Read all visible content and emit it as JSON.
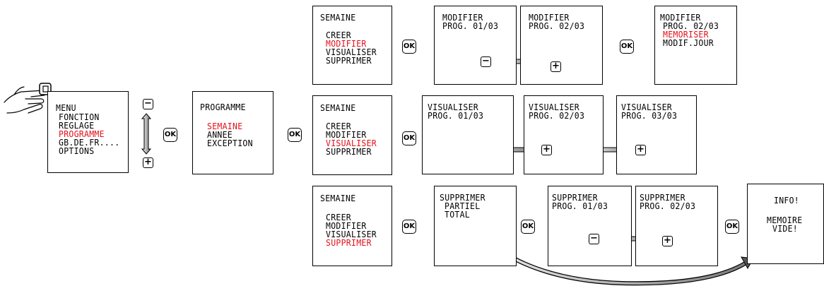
{
  "screens": {
    "menu": {
      "lines": [
        "MENU",
        "FONCTION",
        "REGLAGE",
        "PROGRAMME",
        "GB.DE.FR....",
        "OPTIONS"
      ]
    },
    "programme": {
      "lines": [
        "PROGRAMME",
        "SEMAINE",
        "ANNEE",
        "EXCEPTION"
      ]
    },
    "semaine_modifier": {
      "lines": [
        "SEMAINE",
        "CREER",
        "MODIFIER",
        "VISUALISER",
        "SUPPRIMER"
      ]
    },
    "semaine_visualiser": {
      "lines": [
        "SEMAINE",
        "CREER",
        "MODIFIER",
        "VISUALISER",
        "SUPPRIMER"
      ]
    },
    "semaine_supprimer": {
      "lines": [
        "SEMAINE",
        "CREER",
        "MODIFIER",
        "VISUALISER",
        "SUPPRIMER"
      ]
    },
    "modifier_01": {
      "lines": [
        "MODIFIER",
        "PROG. 01/03"
      ]
    },
    "modifier_02": {
      "lines": [
        "MODIFIER",
        "PROG. 02/03"
      ]
    },
    "modifier_memo": {
      "lines": [
        "MODIFIER",
        "PROG. 02/03",
        "MEMORISER",
        "MODIF.JOUR"
      ]
    },
    "visualiser_01": {
      "lines": [
        "VISUALISER",
        "PROG. 01/03"
      ]
    },
    "visualiser_02": {
      "lines": [
        "VISUALISER",
        "PROG. 02/03"
      ]
    },
    "visualiser_03": {
      "lines": [
        "VISUALISER",
        "PROG. 03/03"
      ]
    },
    "supprimer_menu": {
      "lines": [
        "SUPPRIMER",
        "PARTIEL",
        "TOTAL"
      ]
    },
    "supprimer_01": {
      "lines": [
        "SUPPRIMER",
        "PROG. 01/03"
      ]
    },
    "supprimer_02": {
      "lines": [
        "SUPPRIMER",
        "PROG. 02/03"
      ]
    },
    "info": {
      "lines": [
        "INFO!",
        "MEMOIRE",
        "VIDE!"
      ]
    }
  },
  "ok_label": "OK",
  "minus_symbol": "−",
  "plus_symbol": "+",
  "colors": {
    "highlight": "#e3101a",
    "ink": "#000000",
    "arrow_fill": "#d9d9d9"
  }
}
